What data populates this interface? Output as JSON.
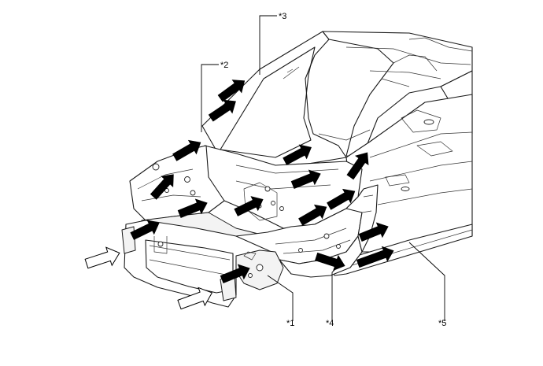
{
  "diagram": {
    "callouts": [
      {
        "id": "c1",
        "label": "*1"
      },
      {
        "id": "c2",
        "label": "*2"
      },
      {
        "id": "c3",
        "label": "*3"
      },
      {
        "id": "c4",
        "label": "*4"
      },
      {
        "id": "c5",
        "label": "*5"
      }
    ],
    "arrows": {
      "solid_count": 16,
      "outline_count": 2
    }
  }
}
